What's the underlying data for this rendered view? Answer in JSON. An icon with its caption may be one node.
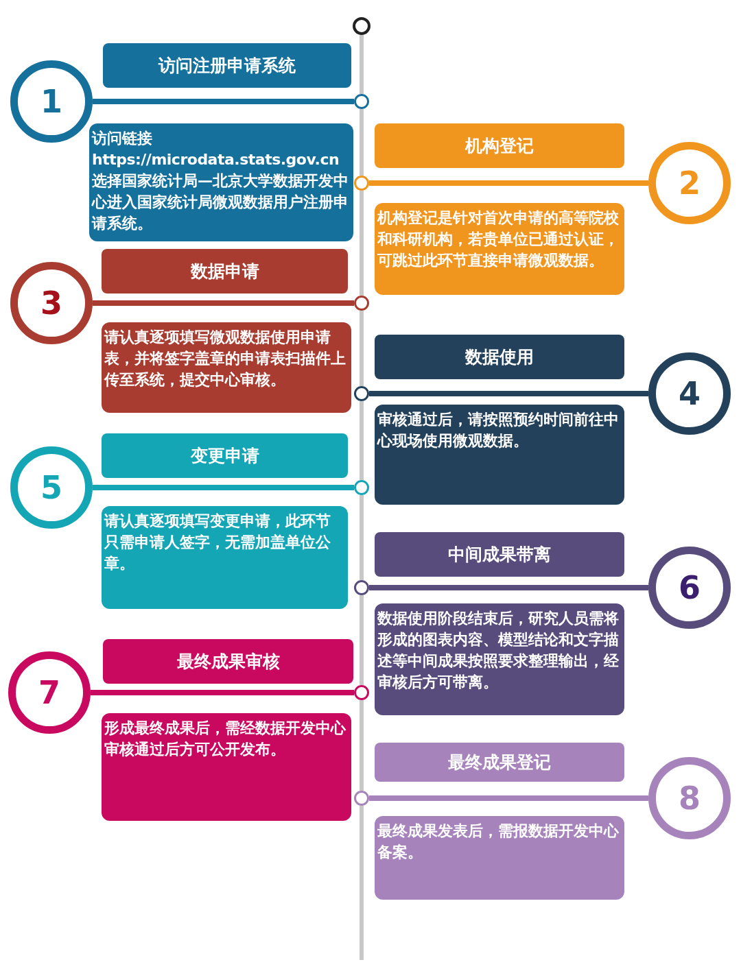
{
  "diagram": {
    "nodes": [
      {
        "text": [],
        "shape": "circle"
      },
      {
        "text": [
          "1"
        ]
      },
      {
        "text": [
          "访问注册申请系统"
        ]
      },
      {
        "text": [
          "访问链接",
          "https://microdata.stats.gov.cn",
          "选择国家统计局—北京大学数据开发中心进入国家统计局微观数据用户注册申请系统。"
        ]
      },
      {
        "text": [],
        "shape": "circle"
      },
      {
        "text": [
          "2"
        ]
      },
      {
        "text": [
          "机构登记"
        ]
      },
      {
        "text": [
          "机构登记是针对首次申请的高等院校和科研机构，若贵单位已通过认证，可跳过此环节直接申请微观数据。"
        ]
      },
      {
        "text": [],
        "shape": "circle"
      },
      {
        "text": [
          "3"
        ]
      },
      {
        "text": [
          "数据申请"
        ]
      },
      {
        "text": [
          "请认真逐项填写微观数据使用申请表，并将签字盖章的申请表扫描件上传至系统，提交中心审核。"
        ]
      },
      {
        "text": [],
        "shape": "circle"
      },
      {
        "text": [
          "4"
        ]
      },
      {
        "text": [
          "数据使用"
        ]
      },
      {
        "text": [
          "审核通过后，请按照预约时间前往中心现场使用微观数据。"
        ]
      },
      {
        "text": [],
        "shape": "circle"
      },
      {
        "text": [
          "5"
        ]
      },
      {
        "text": [
          "变更申请"
        ]
      },
      {
        "text": [
          "请认真逐项填写变更申请，此环节只需申请人签字，无需加盖单位公章。"
        ]
      },
      {
        "text": [],
        "shape": "circle"
      },
      {
        "text": [
          "6"
        ]
      },
      {
        "text": [
          "中间成果带离"
        ]
      },
      {
        "text": [
          "数据使用阶段结束后，研究人员需将形成的图表内容、模型结论和文字描述等中间成果按照要求整理输出，经审核后方可带离。"
        ]
      },
      {
        "text": [],
        "shape": "circle"
      },
      {
        "text": [
          "7"
        ]
      },
      {
        "text": [
          "最终成果审核"
        ]
      },
      {
        "text": [
          "形成最终成果后，需经数据开发中心审核通过后方可公开发布。"
        ]
      },
      {
        "text": [],
        "shape": "circle"
      },
      {
        "text": [
          "8"
        ]
      },
      {
        "text": [
          "最终成果登记"
        ]
      },
      {
        "text": [
          "最终成果发表后，需报数据开发中心备案。"
        ]
      },
      {
        "text": [],
        "shape": "circle"
      }
    ],
    "edges": [
      {
        "from": 0,
        "to": 4,
        "arrow": "none",
        "color": "#c8c8c8"
      },
      {
        "from": 4,
        "to": 8,
        "arrow": "none",
        "color": "#c8c8c8"
      },
      {
        "from": 8,
        "to": 12,
        "arrow": "none",
        "color": "#c8c8c8"
      },
      {
        "from": 12,
        "to": 16,
        "arrow": "none",
        "color": "#c8c8c8"
      },
      {
        "from": 16,
        "to": 20,
        "arrow": "none",
        "color": "#c8c8c8"
      },
      {
        "from": 20,
        "to": 24,
        "arrow": "none",
        "color": "#c8c8c8"
      },
      {
        "from": 24,
        "to": 28,
        "arrow": "none",
        "color": "#c8c8c8"
      },
      {
        "from": 28,
        "to": 32,
        "arrow": "none",
        "color": "#c8c8c8"
      },
      {
        "from": 32,
        "to": null,
        "arrow": "none",
        "color": "#c8c8c8"
      },
      {
        "from": 1,
        "to": 4,
        "arrow": "none",
        "color": "#15709b"
      },
      {
        "from": 5,
        "to": 8,
        "arrow": "none",
        "color": "#f0951e"
      },
      {
        "from": 9,
        "to": 12,
        "arrow": "none",
        "color": "#a83c30"
      },
      {
        "from": 13,
        "to": 16,
        "arrow": "none",
        "color": "#23415a"
      },
      {
        "from": 17,
        "to": 20,
        "arrow": "none",
        "color": "#14a6b5"
      },
      {
        "from": 21,
        "to": 24,
        "arrow": "none",
        "color": "#574c7c"
      },
      {
        "from": 25,
        "to": 28,
        "arrow": "none",
        "color": "#c9085f"
      },
      {
        "from": 29,
        "to": 32,
        "arrow": "none",
        "color": "#a684bb"
      }
    ]
  }
}
